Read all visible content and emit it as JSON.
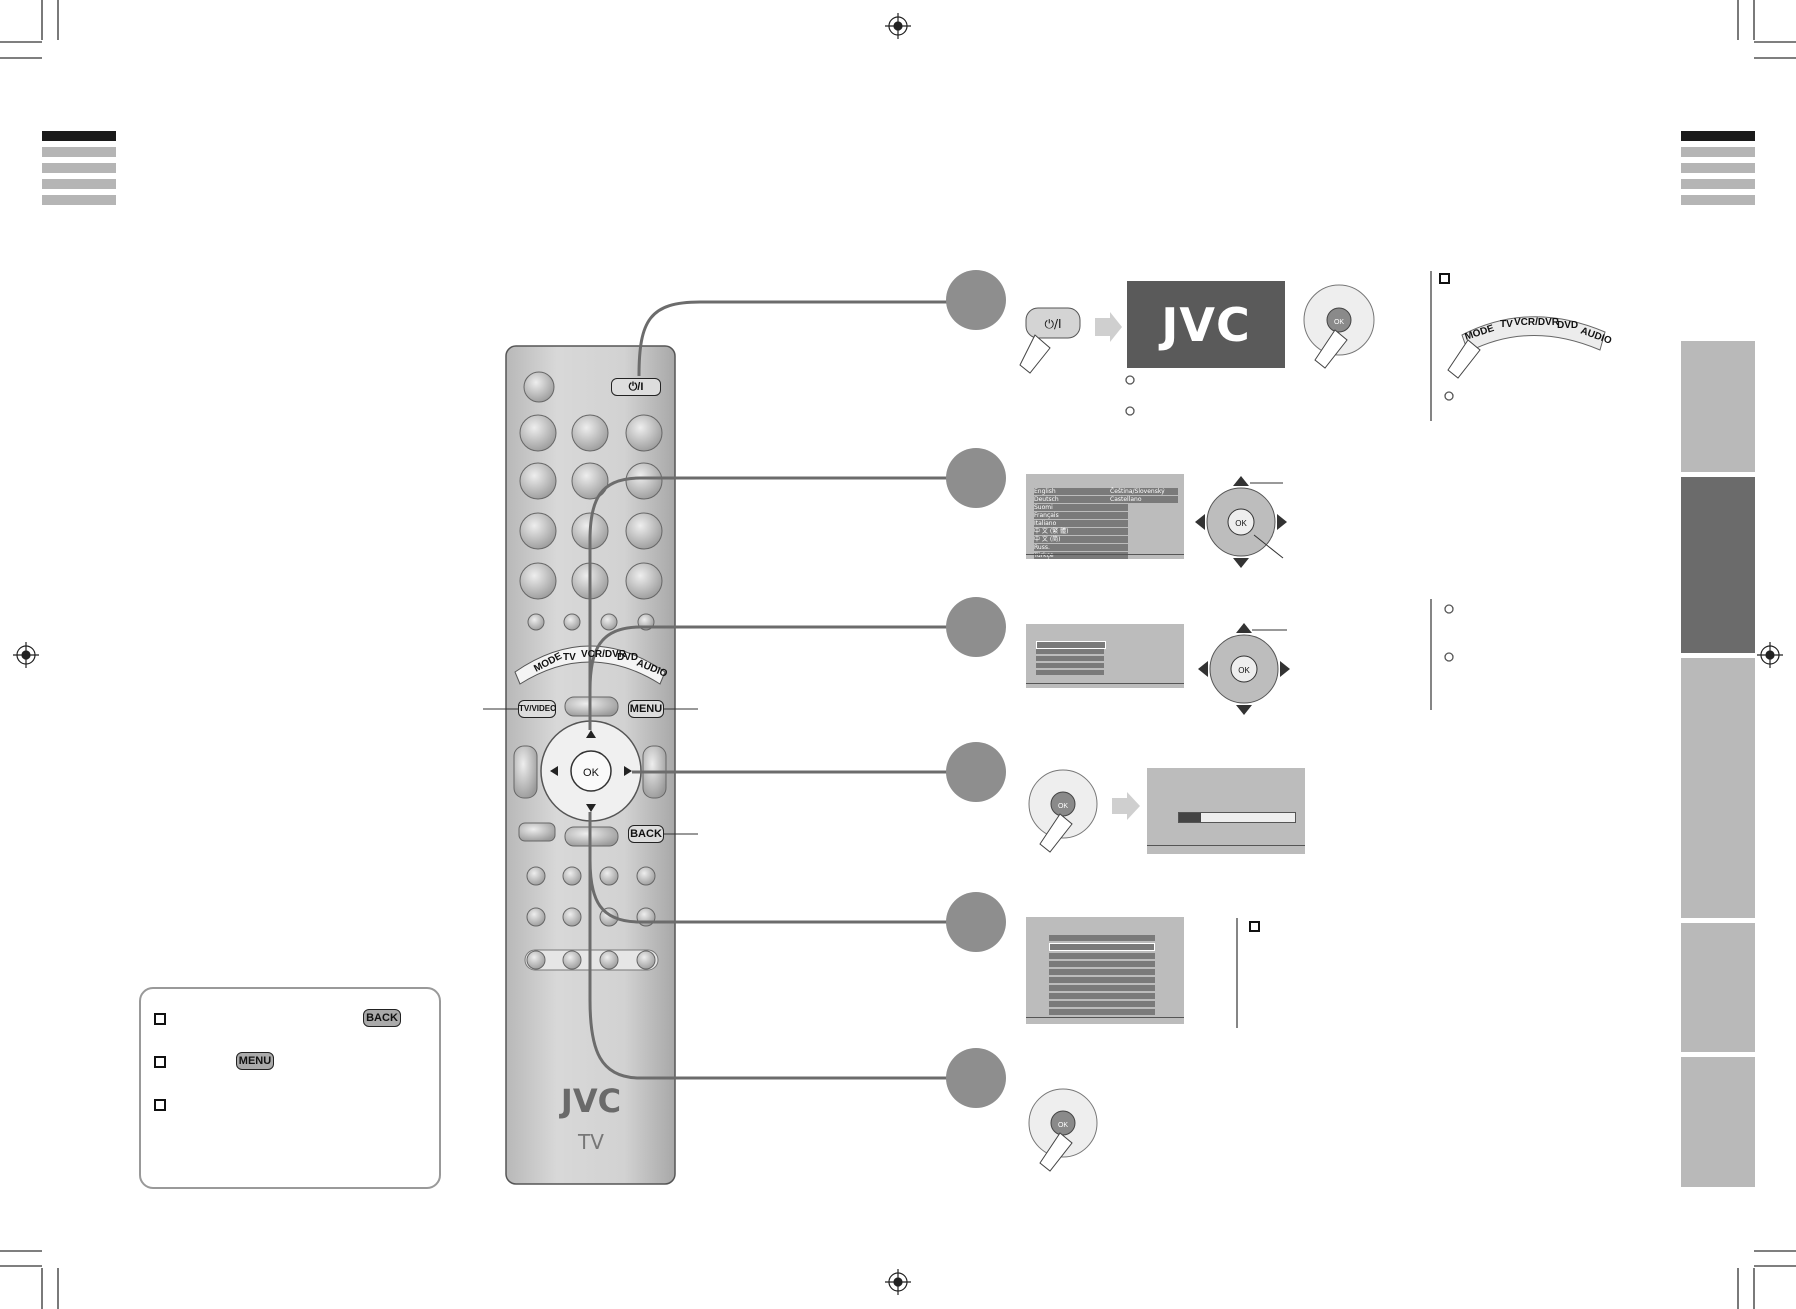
{
  "remote": {
    "brand": "JVC",
    "model": "TV",
    "power_label": "⏻/I",
    "ok_label": "OK",
    "tv_video_label": "TV/VIDEO",
    "menu_label": "MENU",
    "back_label": "BACK",
    "mode_arc": [
      "MODE",
      "TV",
      "VCR/DVR",
      "DVD",
      "AUDIO"
    ]
  },
  "steps": {
    "jvc_splash": "JVC",
    "ok_label": "OK"
  },
  "language_menu": {
    "left": [
      "English",
      "Deutsch",
      "Suomi",
      "Français",
      "Italiano",
      "中 文 (繁 體)",
      "中 文 (简)",
      "Russ.",
      "Türkçe"
    ],
    "right": [
      "Čeština/Slovenský",
      "Castellano"
    ]
  },
  "mode_detail": [
    "MODE",
    "TV",
    "VCR/DVR",
    "DVD",
    "AUDIO"
  ],
  "notes_box": {
    "back_label": "BACK",
    "menu_label": "MENU"
  },
  "colors": {
    "accent_tab": "#6b6b6b",
    "tab": "#b9b9b9",
    "circle": "#8e8e8e",
    "remote_body": "#cfcfcf"
  }
}
